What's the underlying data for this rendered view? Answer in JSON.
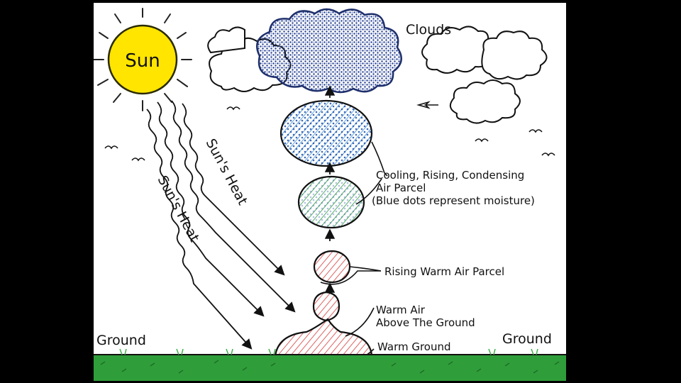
{
  "diagram": {
    "sun_label": "Sun",
    "clouds_label": "Clouds",
    "heat_label_1": "Sun's Heat",
    "heat_label_2": "Sun's Heat",
    "cooling_line1": "Cooling, Rising, Condensing",
    "cooling_line2": "Air Parcel",
    "cooling_line3": "(Blue dots represent moisture)",
    "rising_label": "Rising Warm Air Parcel",
    "warm_air_line1": "Warm Air",
    "warm_air_line2": "Above The Ground",
    "warm_ground_label": "Warm Ground",
    "ground_left": "Ground",
    "ground_right": "Ground"
  },
  "colors": {
    "background": "#000000",
    "paper": "#ffffff",
    "sun_fill": "#ffe500",
    "sun_stroke": "#2a2a00",
    "grass": "#2f9e3a",
    "grass_dark": "#1d6e27",
    "warm_red": "#d63a3a",
    "cool_green": "#2f9a45",
    "moisture_blue": "#1e5fb8",
    "cloud_blue": "#27408f"
  }
}
